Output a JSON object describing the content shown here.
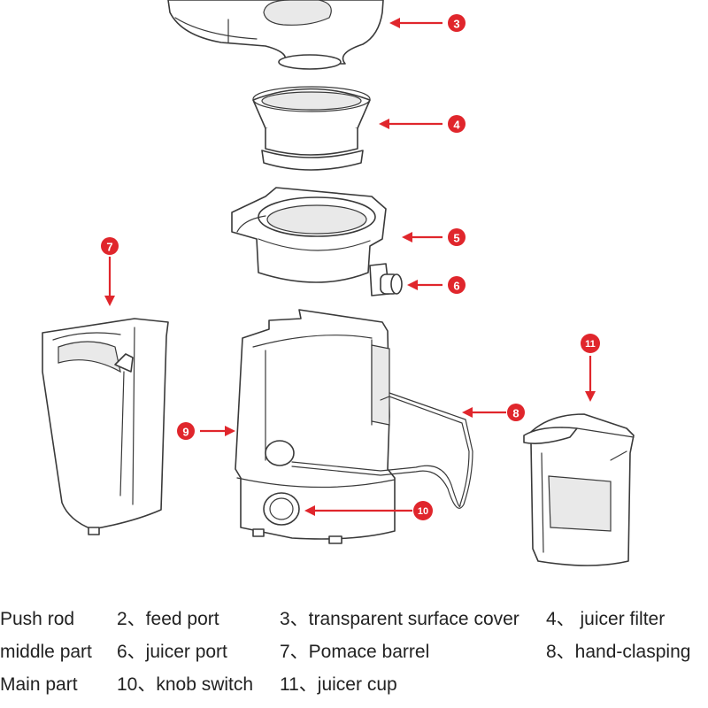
{
  "callouts": [
    {
      "id": "c3",
      "number": "3"
    },
    {
      "id": "c4",
      "number": "4"
    },
    {
      "id": "c5",
      "number": "5"
    },
    {
      "id": "c6",
      "number": "6"
    },
    {
      "id": "c7",
      "number": "7"
    },
    {
      "id": "c8",
      "number": "8"
    },
    {
      "id": "c9",
      "number": "9"
    },
    {
      "id": "c10",
      "number": "10"
    },
    {
      "id": "c11",
      "number": "11"
    }
  ],
  "legend": {
    "row1": [
      "Push rod",
      "2、feed port",
      "3、transparent surface cover",
      "4、 juicer filter"
    ],
    "row2": [
      "middle part",
      "6、juicer port",
      "7、Pomace barrel",
      "8、hand-clasping"
    ],
    "row3": [
      "Main part",
      "10、knob switch",
      "11、juicer cup"
    ]
  },
  "colors": {
    "callout": "#e0262c",
    "line_art": "#3a3a3a",
    "text": "#222222"
  }
}
